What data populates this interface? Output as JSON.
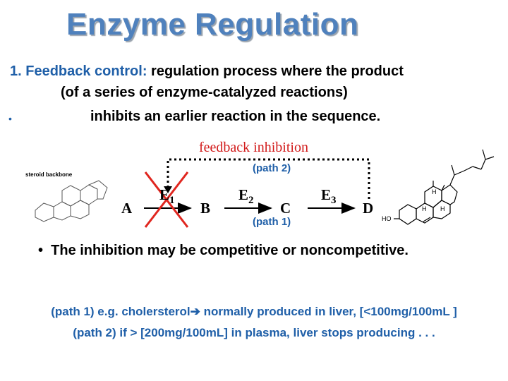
{
  "title": "Enzyme Regulation",
  "point1": {
    "label": "1. Feedback control:",
    "text_a": " regulation process where the product",
    "text_b": "(of a series of enzyme-catalyzed reactions)",
    "bullet": "•",
    "text_c": "inhibits an earlier reaction in the sequence."
  },
  "diagram": {
    "feedback_label": "feedback inhibition",
    "path2_label": "(path 2)",
    "path1_label": "(path 1)",
    "nodes": [
      "A",
      "B",
      "C",
      "D"
    ],
    "enzymes": [
      {
        "letter": "E",
        "sub": "1"
      },
      {
        "letter": "E",
        "sub": "2"
      },
      {
        "letter": "E",
        "sub": "3"
      }
    ],
    "cross_color": "#e0261f",
    "arrow_color": "#000000"
  },
  "steroid": {
    "label": "steroid backbone"
  },
  "cholesterol": {
    "ho_label": "HO",
    "h_labels": [
      "H",
      "H",
      "H"
    ]
  },
  "point2": {
    "bullet": "•",
    "text": "The inhibition may be competitive or noncompetitive."
  },
  "notes": {
    "line1_a": "(path 1) e.g. cholersterol",
    "arrow": "➔",
    "line1_b": " normally produced in liver, [<100mg/100mL ]",
    "line2": "(path 2) if > [200mg/100mL] in plasma, liver stops producing . . ."
  },
  "colors": {
    "title": "#4f81bd",
    "blue_text": "#1f5fa8",
    "red_text": "#d21a1a"
  }
}
